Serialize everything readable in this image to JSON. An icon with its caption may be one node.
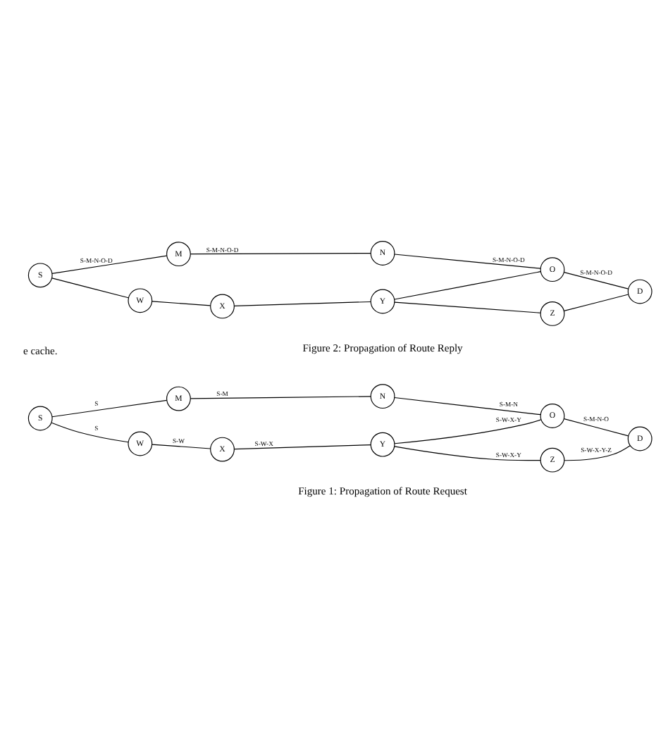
{
  "diagram": {
    "nodes": [
      {
        "text": [
          "S"
        ]
      },
      {
        "text": [
          "M"
        ]
      },
      {
        "text": [
          "N"
        ]
      },
      {
        "text": [
          "O"
        ]
      },
      {
        "text": [
          "D"
        ]
      },
      {
        "text": [
          "W"
        ]
      },
      {
        "text": [
          "X"
        ]
      },
      {
        "text": [
          "Y"
        ]
      },
      {
        "text": [
          "Z"
        ]
      },
      {
        "text": [
          "S"
        ]
      },
      {
        "text": [
          "M"
        ]
      },
      {
        "text": [
          "N"
        ]
      },
      {
        "text": [
          "O"
        ]
      },
      {
        "text": [
          "D"
        ]
      },
      {
        "text": [
          "W"
        ]
      },
      {
        "text": [
          "X"
        ]
      },
      {
        "text": [
          "Y"
        ]
      },
      {
        "text": [
          "Z"
        ]
      }
    ],
    "edges": [
      {
        "from": 0,
        "to": 1,
        "arrow": "none",
        "label": "S"
      },
      {
        "from": 1,
        "to": 2,
        "arrow": "none",
        "label": "S-M"
      },
      {
        "from": 2,
        "to": 3,
        "arrow": "none",
        "label": "S-M-N"
      },
      {
        "from": 3,
        "to": 4,
        "arrow": "none",
        "label": "S-M-N-O"
      },
      {
        "from": 0,
        "to": 5,
        "arrow": "none",
        "label": "S"
      },
      {
        "from": 5,
        "to": 6,
        "arrow": "none",
        "label": "S-W"
      },
      {
        "from": 6,
        "to": 7,
        "arrow": "none",
        "label": "S-W-X"
      },
      {
        "from": 7,
        "to": 3,
        "arrow": "none",
        "label": "S-W-X-Y"
      },
      {
        "from": 7,
        "to": 8,
        "arrow": "none",
        "label": "S-W-X-Y"
      },
      {
        "from": 8,
        "to": 4,
        "arrow": "none",
        "label": "S-W-X-Y-Z"
      },
      {
        "from": 9,
        "to": 10,
        "arrow": "none",
        "label": "S-M-N-O-D"
      },
      {
        "from": 10,
        "to": 11,
        "arrow": "none",
        "label": "S-M-N-O-D"
      },
      {
        "from": 11,
        "to": 12,
        "arrow": "none",
        "label": "S-M-N-O-D"
      },
      {
        "from": 12,
        "to": 13,
        "arrow": "none",
        "label": "S-M-N-O-D"
      },
      {
        "from": 9,
        "to": 14,
        "arrow": "none"
      },
      {
        "from": 14,
        "to": 15,
        "arrow": "none"
      },
      {
        "from": 15,
        "to": 16,
        "arrow": "none"
      },
      {
        "from": 16,
        "to": 12,
        "arrow": "none"
      },
      {
        "from": 16,
        "to": 17,
        "arrow": "none"
      },
      {
        "from": 17,
        "to": 13,
        "arrow": "none"
      }
    ],
    "labels": [
      "e cache.",
      "Figure 1: Propagation of Route Request",
      "Figure 2: Propagation of Route Reply"
    ]
  }
}
